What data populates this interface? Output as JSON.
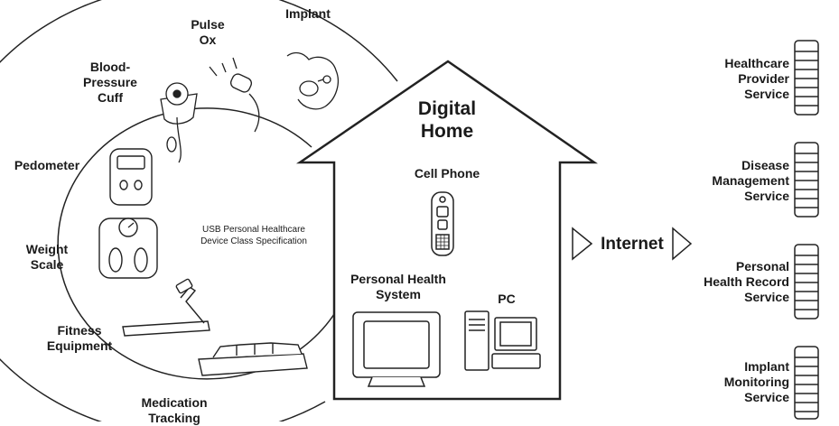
{
  "devices": {
    "implant": "Implant",
    "pulse_ox_1": "Pulse",
    "pulse_ox_2": "Ox",
    "bp_1": "Blood-",
    "bp_2": "Pressure",
    "bp_3": "Cuff",
    "pedometer": "Pedometer",
    "weight_1": "Weight",
    "weight_2": "Scale",
    "fitness_1": "Fitness",
    "fitness_2": "Equipment",
    "medication_1": "Medication",
    "medication_2": "Tracking"
  },
  "spec": {
    "line1": "USB Personal Healthcare",
    "line2": "Device Class Specification"
  },
  "home": {
    "title_1": "Digital",
    "title_2": "Home",
    "cell_phone": "Cell Phone",
    "phs_1": "Personal Health",
    "phs_2": "System",
    "pc": "PC"
  },
  "internet": "Internet",
  "services": [
    {
      "l1": "Healthcare",
      "l2": "Provider",
      "l3": "Service"
    },
    {
      "l1": "Disease",
      "l2": "Management",
      "l3": "Service"
    },
    {
      "l1": "Personal",
      "l2": "Health Record",
      "l3": "Service"
    },
    {
      "l1": "Implant",
      "l2": "Monitoring",
      "l3": "Service"
    }
  ]
}
